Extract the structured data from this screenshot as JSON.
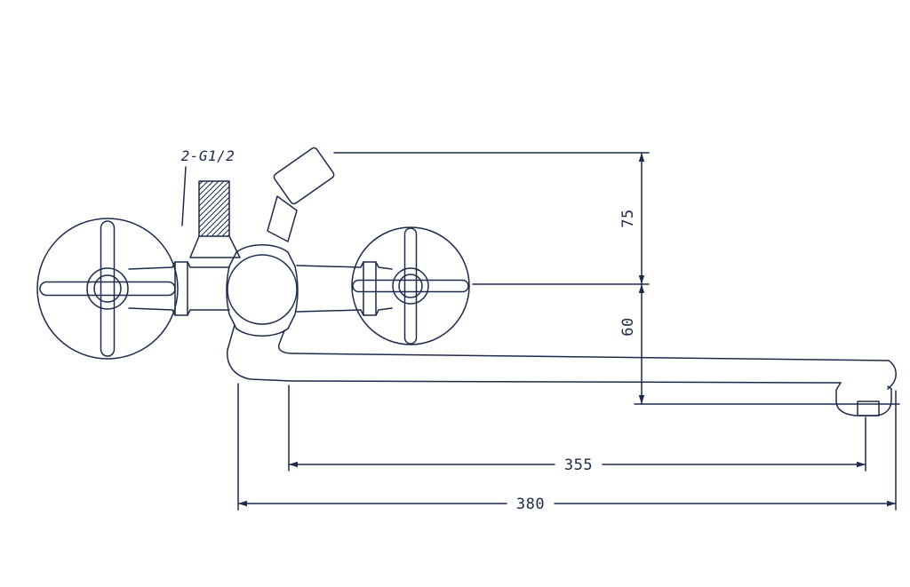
{
  "drawing": {
    "line_color": "#1f2a4c",
    "thread_label": "2-G1/2",
    "dimensions": {
      "height_upper": "75",
      "height_lower": "60",
      "spout_length": "355",
      "overall_width": "380"
    }
  }
}
